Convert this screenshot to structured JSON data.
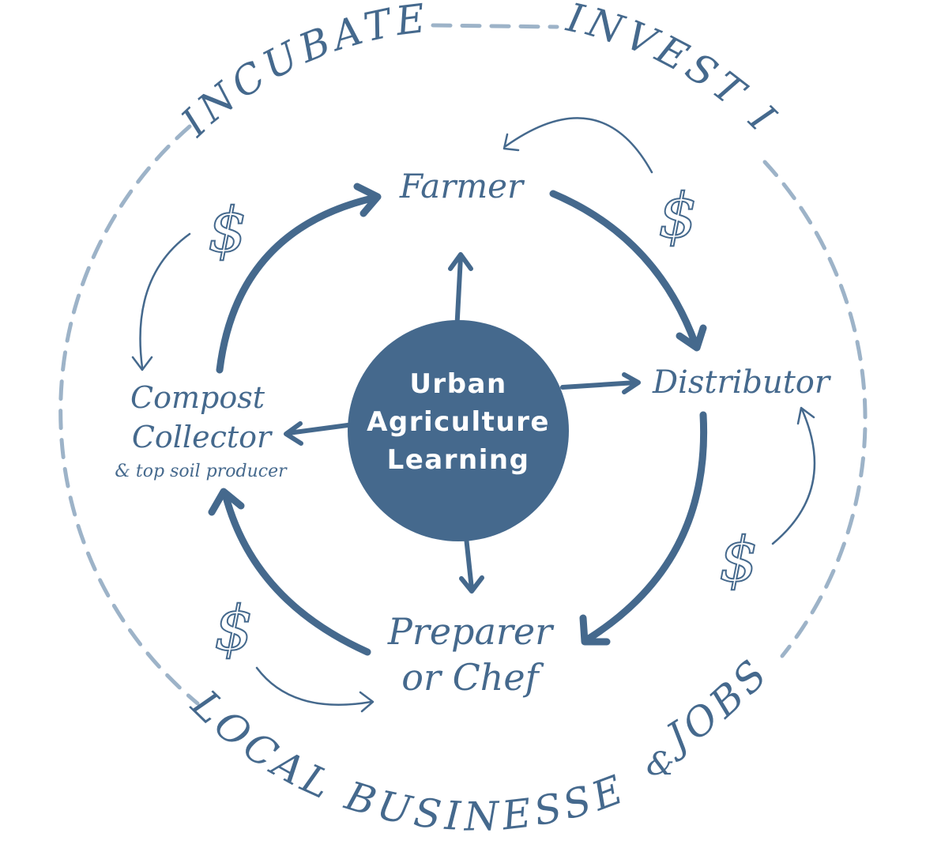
{
  "colors": {
    "primary": "#45698d",
    "light": "#9db3c8",
    "white": "#ffffff"
  },
  "outer_ring": {
    "top_left": "INCUBATE",
    "top_right": "INVEST IN",
    "bottom": "LOCAL BUSINESSES",
    "ampersand": "&",
    "bottom_end": "JOBS"
  },
  "center": {
    "line1": "Urban",
    "line2": "Agriculture",
    "line3": "Learning"
  },
  "nodes": {
    "farmer": "Farmer",
    "distributor": "Distributor",
    "preparer_line1": "Preparer",
    "preparer_line2": "or Chef",
    "compost_line1": "Compost",
    "compost_line2": "Collector",
    "compost_sub": "& top soil producer"
  },
  "money_symbol": "$",
  "icons": [
    "dollar-sign-icon",
    "arrow-head-icon"
  ]
}
